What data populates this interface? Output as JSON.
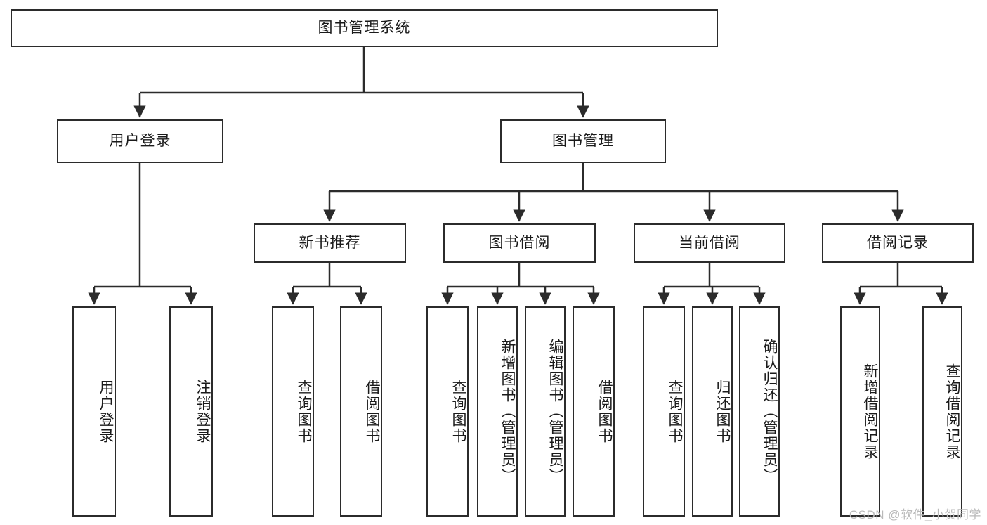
{
  "diagram": {
    "title": "图书管理系统",
    "type": "tree",
    "watermark": "CSDN @软件_小贺同学",
    "colors": {
      "box_border": "#2b2b2b",
      "box_fill": "#ffffff",
      "edge": "#2b2b2b",
      "background": "#ffffff",
      "watermark": "#b9b9b9"
    },
    "levels": {
      "root": "图书管理系统",
      "level2": [
        "用户登录",
        "图书管理"
      ],
      "level3": [
        "新书推荐",
        "图书借阅",
        "当前借阅",
        "借阅记录"
      ]
    },
    "nodes": {
      "root": {
        "label": "图书管理系统",
        "orient": "horizontal"
      },
      "user_login": {
        "label": "用户登录",
        "orient": "horizontal"
      },
      "book_manage": {
        "label": "图书管理",
        "orient": "horizontal"
      },
      "new_book_rec": {
        "label": "新书推荐",
        "orient": "horizontal"
      },
      "book_borrow": {
        "label": "图书借阅",
        "orient": "horizontal"
      },
      "current_borrow": {
        "label": "当前借阅",
        "orient": "horizontal"
      },
      "borrow_record": {
        "label": "借阅记录",
        "orient": "horizontal"
      },
      "leaf_user_login": {
        "label": "用户登录",
        "orient": "vertical"
      },
      "leaf_logout": {
        "label": "注销登录",
        "orient": "vertical"
      },
      "leaf_query_book_1": {
        "label": "查询图书",
        "orient": "vertical"
      },
      "leaf_borrow_book_1": {
        "label": "借阅图书",
        "orient": "vertical"
      },
      "leaf_query_book_2": {
        "label": "查询图书",
        "orient": "vertical"
      },
      "leaf_add_book_admin": {
        "label": "新增图书（管理员）",
        "orient": "vertical"
      },
      "leaf_edit_book_admin": {
        "label": "编辑图书（管理员）",
        "orient": "vertical"
      },
      "leaf_borrow_book_2": {
        "label": "借阅图书",
        "orient": "vertical"
      },
      "leaf_query_book_3": {
        "label": "查询图书",
        "orient": "vertical"
      },
      "leaf_return_book": {
        "label": "归还图书",
        "orient": "vertical"
      },
      "leaf_confirm_return_admin": {
        "label": "确认归还（管理员）",
        "orient": "vertical"
      },
      "leaf_add_record": {
        "label": "新增借阅记录",
        "orient": "vertical"
      },
      "leaf_query_record": {
        "label": "查询借阅记录",
        "orient": "vertical"
      }
    },
    "edges": [
      {
        "from": "root",
        "to": "user_login"
      },
      {
        "from": "root",
        "to": "book_manage"
      },
      {
        "from": "user_login",
        "to": "leaf_user_login"
      },
      {
        "from": "user_login",
        "to": "leaf_logout"
      },
      {
        "from": "book_manage",
        "to": "new_book_rec"
      },
      {
        "from": "book_manage",
        "to": "book_borrow"
      },
      {
        "from": "book_manage",
        "to": "current_borrow"
      },
      {
        "from": "book_manage",
        "to": "borrow_record"
      },
      {
        "from": "new_book_rec",
        "to": "leaf_query_book_1"
      },
      {
        "from": "new_book_rec",
        "to": "leaf_borrow_book_1"
      },
      {
        "from": "book_borrow",
        "to": "leaf_query_book_2"
      },
      {
        "from": "book_borrow",
        "to": "leaf_add_book_admin"
      },
      {
        "from": "book_borrow",
        "to": "leaf_edit_book_admin"
      },
      {
        "from": "book_borrow",
        "to": "leaf_borrow_book_2"
      },
      {
        "from": "current_borrow",
        "to": "leaf_query_book_3"
      },
      {
        "from": "current_borrow",
        "to": "leaf_return_book"
      },
      {
        "from": "current_borrow",
        "to": "leaf_confirm_return_admin"
      },
      {
        "from": "borrow_record",
        "to": "leaf_add_record"
      },
      {
        "from": "borrow_record",
        "to": "leaf_query_record"
      }
    ]
  }
}
